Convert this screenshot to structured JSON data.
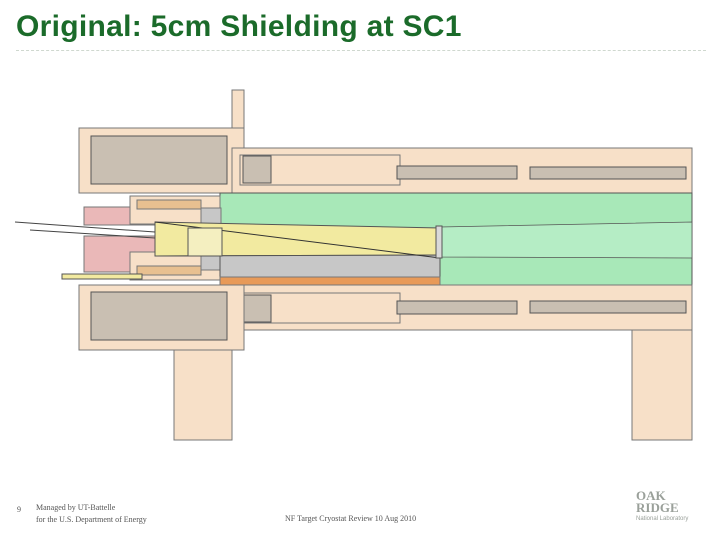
{
  "slide": {
    "title": "Original: 5cm Shielding at SC1",
    "page_number": "9",
    "managed_by_line1": "Managed by UT-Battelle",
    "managed_by_line2": "for the U.S. Department of Energy",
    "review_text": "NF Target Cryostat Review 10 Aug 2010",
    "logo_text_line1": "OAK",
    "logo_text_line2": "RIDGE",
    "logo_subtext": "National Laboratory"
  },
  "colors": {
    "title": "#1b6b2a",
    "shielding_outer": "#f7e0c8",
    "shielding_inner": "#c9bfb2",
    "magnet_green": "#a8e8b8",
    "target_yellow": "#f2eaa0",
    "coil_pink": "#eab8b8",
    "orange": "#e89a58",
    "grey": "#c7c7c7"
  }
}
